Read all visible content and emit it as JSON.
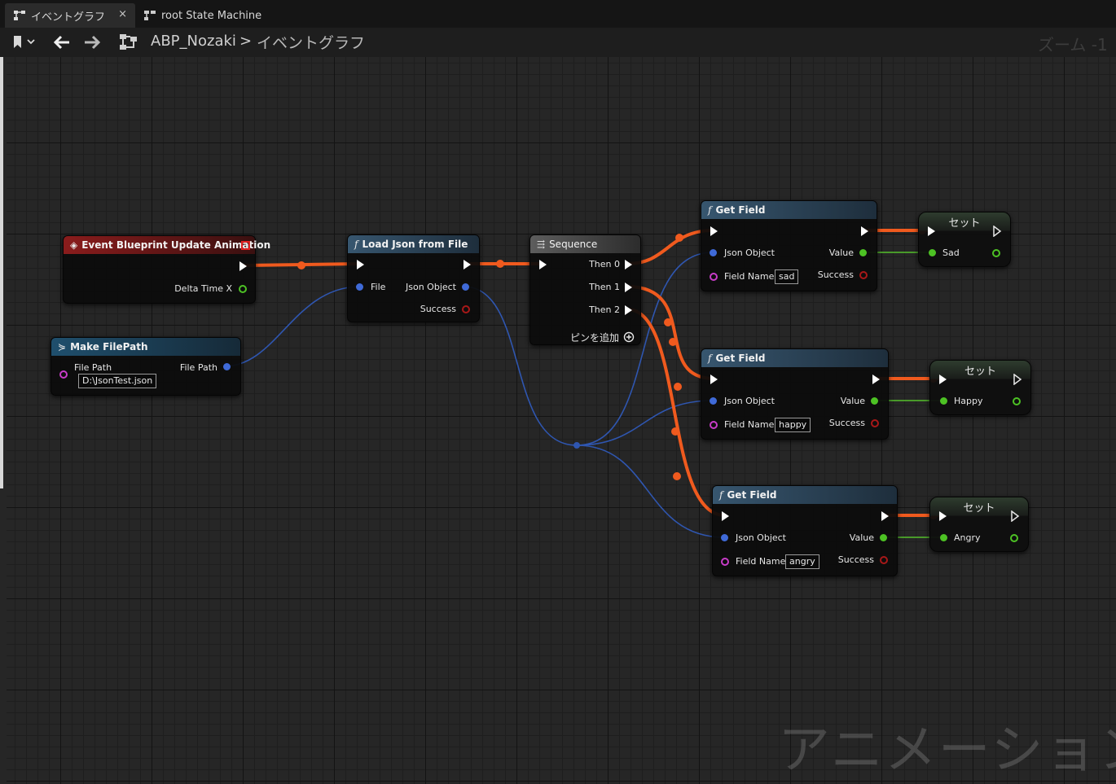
{
  "tabs": [
    {
      "label": "イベントグラフ",
      "close": "×"
    },
    {
      "label": "root State Machine"
    }
  ],
  "breadcrumb": {
    "root": "ABP_Nozaki",
    "separator": ">",
    "current": "イベントグラフ"
  },
  "zoom": "ズーム -1",
  "watermark": "アニメーション",
  "nodes": {
    "event": {
      "title": "Event Blueprint Update Animation",
      "delta_time": "Delta Time X"
    },
    "make_filepath": {
      "title": "Make FilePath",
      "in_label": "File Path",
      "in_value": "D:\\JsonTest.json",
      "out_label": "File Path"
    },
    "load_json": {
      "title": "Load Json from File",
      "file": "File",
      "json_object": "Json Object",
      "success": "Success"
    },
    "sequence": {
      "title": "Sequence",
      "then0": "Then 0",
      "then1": "Then 1",
      "then2": "Then 2",
      "add_pin": "ピンを追加"
    },
    "get_field_sad": {
      "title": "Get Field",
      "json_object": "Json Object",
      "value": "Value",
      "field_name": "Field Name",
      "field_value": "sad",
      "success": "Success"
    },
    "get_field_happy": {
      "title": "Get Field",
      "json_object": "Json Object",
      "value": "Value",
      "field_name": "Field Name",
      "field_value": "happy",
      "success": "Success"
    },
    "get_field_angry": {
      "title": "Get Field",
      "json_object": "Json Object",
      "value": "Value",
      "field_name": "Field Name",
      "field_value": "angry",
      "success": "Success"
    },
    "set_sad": {
      "title": "セット",
      "var": "Sad"
    },
    "set_happy": {
      "title": "セット",
      "var": "Happy"
    },
    "set_angry": {
      "title": "セット",
      "var": "Angry"
    }
  },
  "colors": {
    "exec_wire": "#f05a1e",
    "object_wire": "#2f56b0",
    "bool_wire": "#55c02c",
    "struct_pin": "#c83cc8",
    "object_pin": "#3f6ad8",
    "bool_pin": "#4dc224",
    "fail_pin": "#a81818"
  }
}
